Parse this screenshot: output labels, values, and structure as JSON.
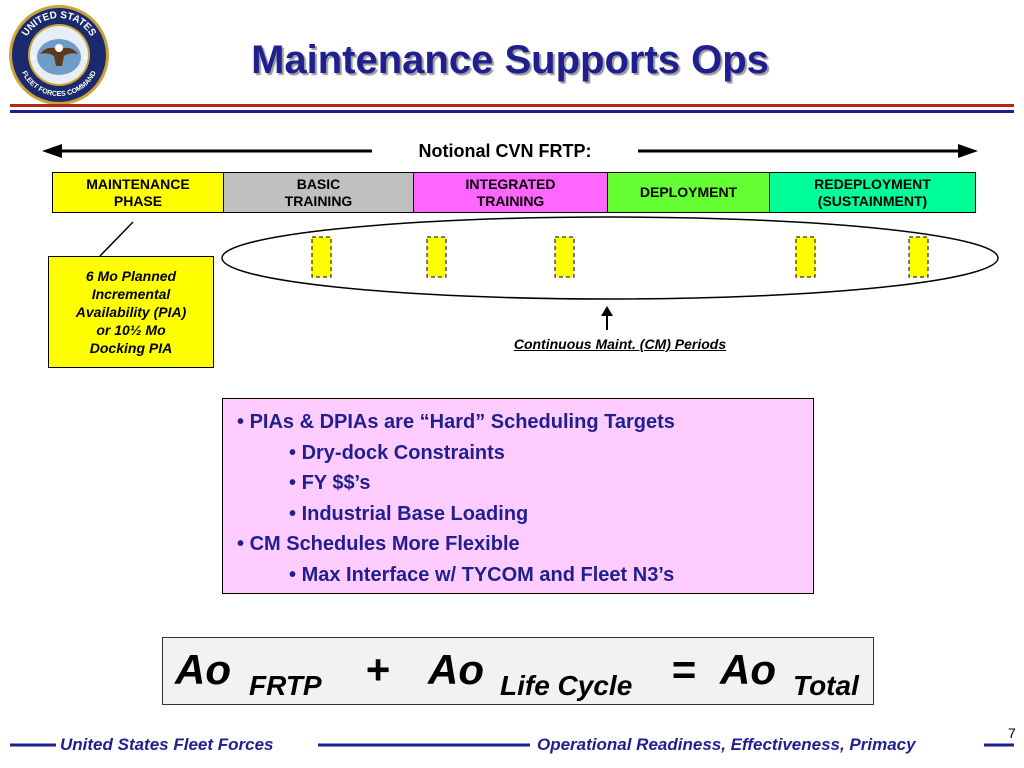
{
  "slide": {
    "title": "Maintenance Supports Ops",
    "page_number": "7",
    "colors": {
      "title": "#1f1f8f",
      "accent_red": "#b02a1a",
      "callout_bg": "#ffccff",
      "cm_marker": "#ffff00"
    }
  },
  "seal": {
    "text_top": "UNITED STATES",
    "text_bottom": "FLEET FORCES COMMAND",
    "icon": "eagle-globe-seal"
  },
  "timeline": {
    "label": "Notional CVN FRTP:",
    "phases": [
      {
        "label": "MAINTENANCE\nPHASE",
        "color": "#ffff00"
      },
      {
        "label": "BASIC\nTRAINING",
        "color": "#c0c0c0"
      },
      {
        "label": "INTEGRATED\nTRAINING",
        "color": "#ff66ff"
      },
      {
        "label": "DEPLOYMENT",
        "color": "#66ff33"
      },
      {
        "label": "REDEPLOYMENT\n(SUSTAINMENT)",
        "color": "#00ff99"
      }
    ]
  },
  "pia_note": "6 Mo Planned\nIncremental\nAvailability (PIA)\nor 10½ Mo\nDocking PIA",
  "cm_label": "Continuous Maint. (CM) Periods",
  "bullets": [
    {
      "text": "PIAs & DPIAs are “Hard” Scheduling Targets",
      "level": 1
    },
    {
      "text": "Dry-dock Constraints",
      "level": 2
    },
    {
      "text": "FY $$’s",
      "level": 2
    },
    {
      "text": "Industrial Base Loading",
      "level": 2
    },
    {
      "text": "CM Schedules More Flexible",
      "level": 1
    },
    {
      "text": "Max Interface w/ TYCOM and Fleet N3’s",
      "level": 2
    }
  ],
  "equation": {
    "ao1": "Ao",
    "sub1": "FRTP",
    "plus": "+",
    "ao2": "Ao",
    "sub2": "Life Cycle",
    "equals": "=",
    "ao3": "Ao",
    "sub3": "Total"
  },
  "footer": {
    "left": "United States Fleet Forces",
    "right": "Operational Readiness, Effectiveness, Primacy"
  }
}
